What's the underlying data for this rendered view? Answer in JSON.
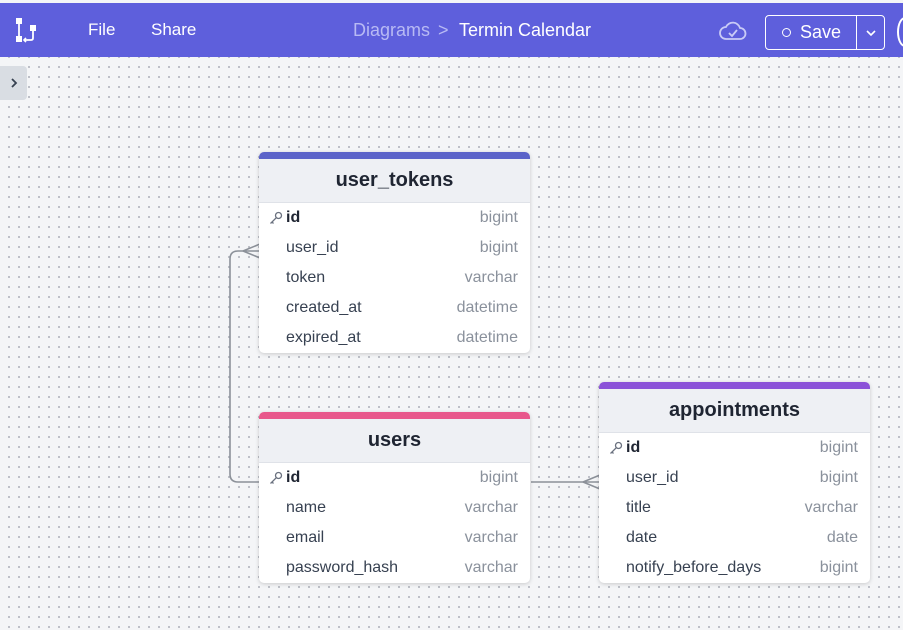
{
  "toolbar": {
    "file_label": "File",
    "share_label": "Share",
    "breadcrumb_parent": "Diagrams",
    "breadcrumb_sep": ">",
    "diagram_title": "Termin Calendar",
    "save_label": "Save",
    "colors": {
      "bar": "#5e5fdc",
      "text": "#ffffff",
      "muted": "#b8baf4"
    }
  },
  "tables": {
    "user_tokens": {
      "name": "user_tokens",
      "accent": "#5b63c9",
      "fields": [
        {
          "name": "id",
          "type": "bigint",
          "pk": true
        },
        {
          "name": "user_id",
          "type": "bigint"
        },
        {
          "name": "token",
          "type": "varchar"
        },
        {
          "name": "created_at",
          "type": "datetime"
        },
        {
          "name": "expired_at",
          "type": "datetime"
        }
      ]
    },
    "users": {
      "name": "users",
      "accent": "#e8578b",
      "fields": [
        {
          "name": "id",
          "type": "bigint",
          "pk": true
        },
        {
          "name": "name",
          "type": "varchar"
        },
        {
          "name": "email",
          "type": "varchar"
        },
        {
          "name": "password_hash",
          "type": "varchar"
        }
      ]
    },
    "appointments": {
      "name": "appointments",
      "accent": "#8b52d8",
      "fields": [
        {
          "name": "id",
          "type": "bigint",
          "pk": true
        },
        {
          "name": "user_id",
          "type": "bigint"
        },
        {
          "name": "title",
          "type": "varchar"
        },
        {
          "name": "date",
          "type": "date"
        },
        {
          "name": "notify_before_days",
          "type": "bigint"
        }
      ]
    }
  },
  "relations": [
    {
      "from": "users.id",
      "to": "user_tokens.user_id",
      "cardinality": "one-to-many"
    },
    {
      "from": "users.id",
      "to": "appointments.user_id",
      "cardinality": "one-to-many"
    }
  ]
}
